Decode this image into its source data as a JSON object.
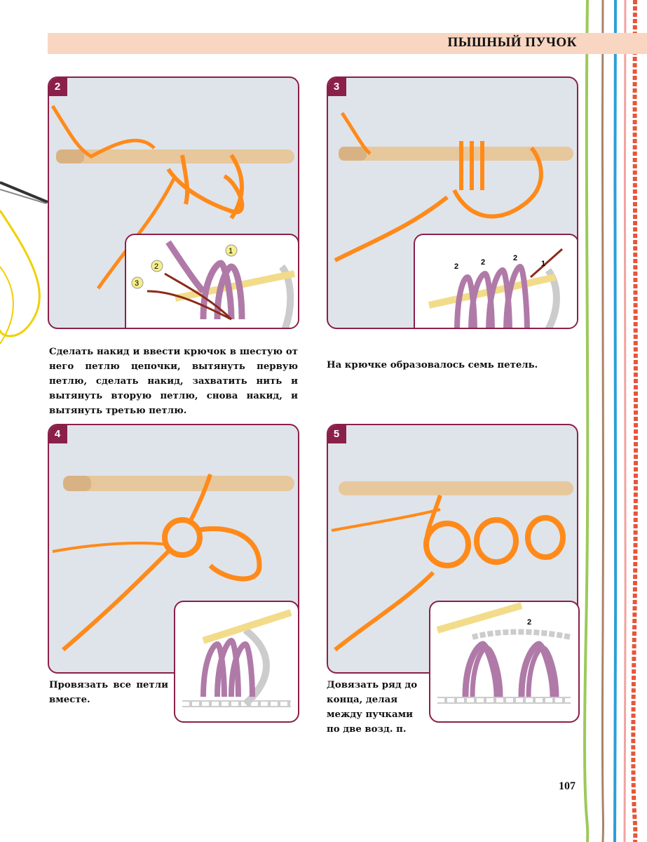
{
  "header": {
    "title": "ПЫШНЫЙ ПУЧОК"
  },
  "steps": [
    {
      "number": "2",
      "caption": "Сделать накид и ввести крючок в шестую от него петлю цепочки, вытянуть первую петлю, сделать накид, захватить нить и вытянуть вторую петлю, снова накид, и вытянуть третью петлю.",
      "labels": [
        "1",
        "2",
        "3"
      ]
    },
    {
      "number": "3",
      "caption": "На крючке образовалось семь петель.",
      "labels": [
        "2",
        "2",
        "2",
        "1"
      ]
    },
    {
      "number": "4",
      "caption": "Провязать все петли вместе."
    },
    {
      "number": "5",
      "caption": "Довязать ряд до конца, делая между пучками по две возд. п.",
      "labels": [
        "2"
      ]
    }
  ],
  "page_number": "107",
  "colors": {
    "accent": "#8a2049",
    "yarn": "#ff8a1a",
    "header_bg": "#f9d6c2",
    "diagram_loops": "#b07aa8",
    "hook": "#f2dc8a"
  }
}
